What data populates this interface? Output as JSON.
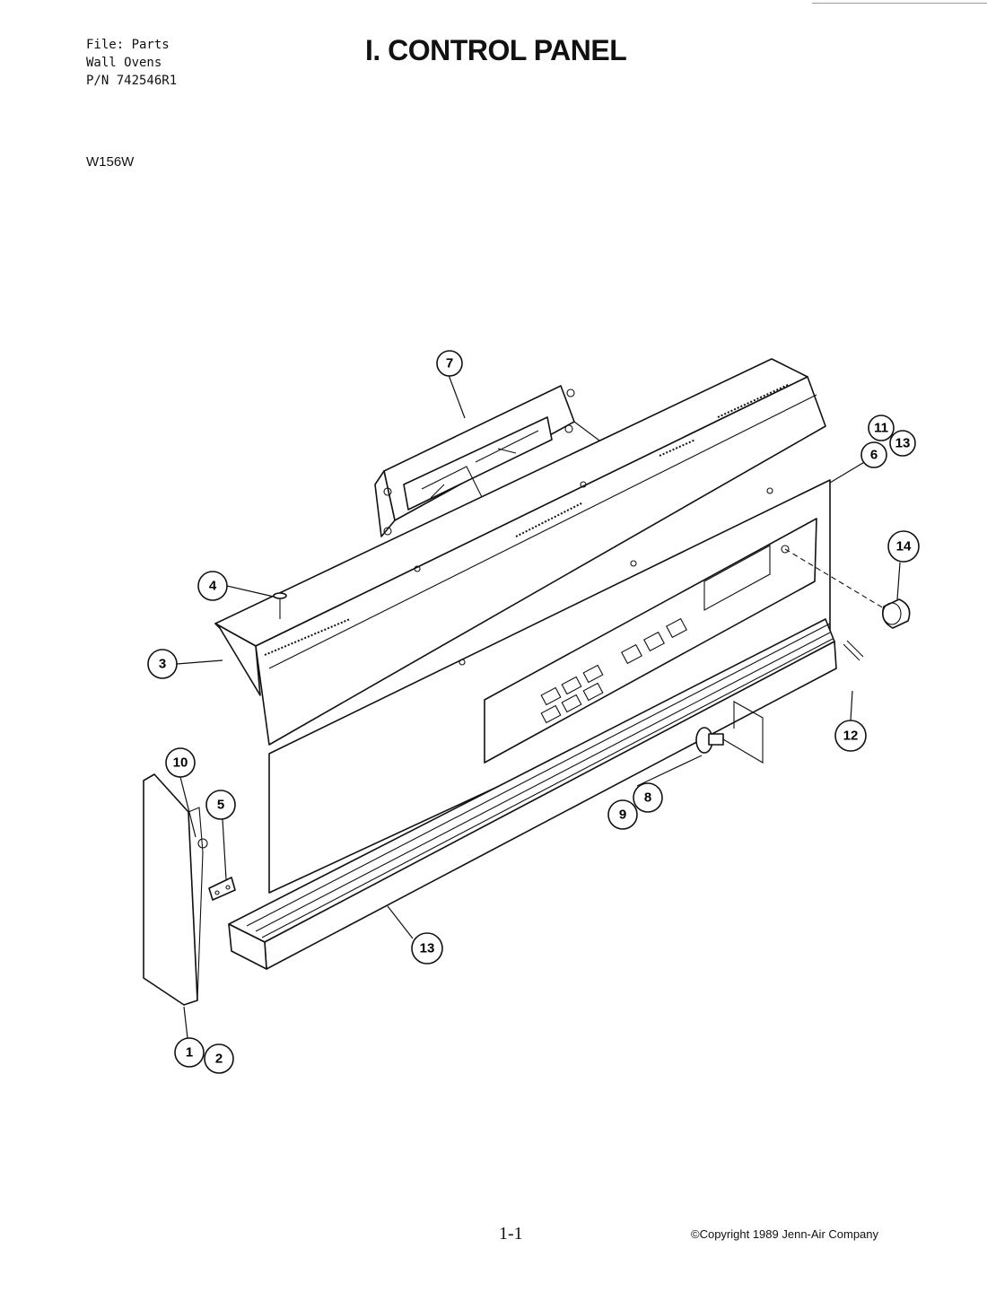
{
  "header": {
    "file_lines": [
      "File: Parts",
      "Wall Ovens",
      "P/N 742546R1"
    ],
    "title": "I. CONTROL PANEL",
    "model": "W156W"
  },
  "footer": {
    "page_number": "1-1",
    "copyright": "©Copyright 1989 Jenn-Air Company"
  },
  "callouts": [
    "1",
    "2",
    "3",
    "4",
    "5",
    "6",
    "7",
    "8",
    "9",
    "10",
    "11",
    "12",
    "13",
    "13",
    "14"
  ]
}
